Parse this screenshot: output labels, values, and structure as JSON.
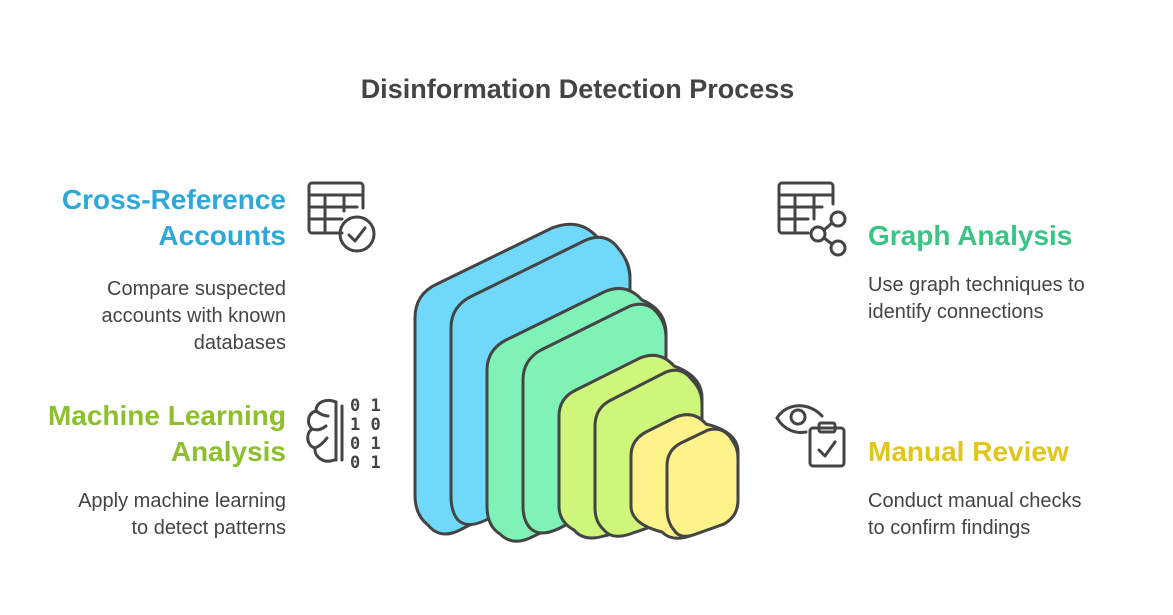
{
  "title": "Disinformation Detection Process",
  "steps": {
    "cross_reference": {
      "heading_lines": [
        "Cross-Reference",
        "Accounts"
      ],
      "desc_lines": [
        "Compare suspected",
        "accounts with known",
        "databases"
      ],
      "color": "#2ea8d8",
      "icon": "table-check-icon"
    },
    "graph_analysis": {
      "heading_lines": [
        "Graph Analysis"
      ],
      "desc_lines": [
        "Use graph techniques to",
        "identify connections"
      ],
      "color": "#3cc386",
      "icon": "table-share-icon"
    },
    "machine_learning": {
      "heading_lines": [
        "Machine Learning",
        "Analysis"
      ],
      "desc_lines": [
        "Apply machine learning",
        "to detect patterns"
      ],
      "color": "#8dbf2f",
      "icon": "brain-binary-icon",
      "binary_lines": [
        "0 1",
        "1 0",
        "0 1",
        "0 1"
      ]
    },
    "manual_review": {
      "heading_lines": [
        "Manual Review"
      ],
      "desc_lines": [
        "Conduct manual checks",
        "to confirm findings"
      ],
      "color": "#e0c51c",
      "icon": "eye-clipboard-icon"
    }
  },
  "colors": {
    "stroke": "#444444",
    "blue": "#6fd8fb",
    "green": "#7ff2b6",
    "lime": "#cdf67a",
    "yellow": "#fdf38a"
  }
}
